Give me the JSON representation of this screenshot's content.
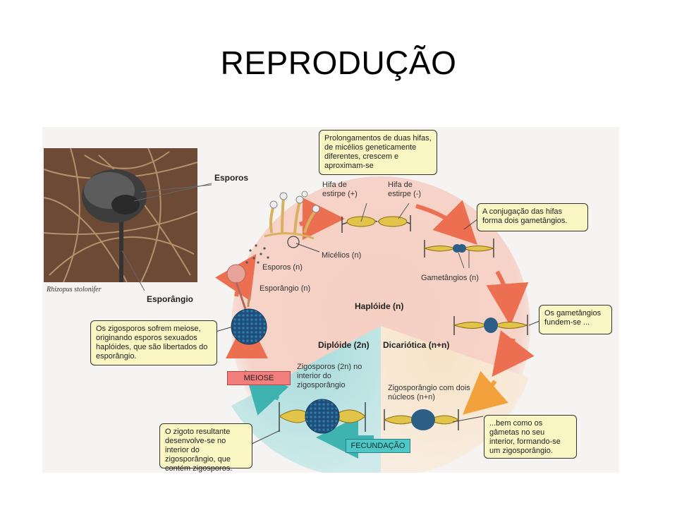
{
  "title": "REPRODUÇÃO",
  "photo": {
    "caption": "Rhizopus stolonifer",
    "label_spores": "Esporos",
    "label_sporangium": "Esporângio"
  },
  "phases": {
    "haploid": "Haplóide (n)",
    "diploid": "Diplóide (2n)",
    "dikaryotic": "Dicariótica (n+n)"
  },
  "callouts": {
    "hyphae_extend": "Prolongamentos de duas hifas, de micélios geneticamente diferentes, crescem e aproximam-se",
    "conjugation": "A conjugação das hifas forma dois gametângios.",
    "gametangia_fuse": "Os gametângios fundem-se ...",
    "gametes_fuse": "...bem como os gâmetas no seu interior, formando-se um zigosporângio.",
    "zygote": "O zigoto resultante desenvolve-se no interior do zigosporângio, que contém zigosporos.",
    "meiosis": "Os zigosporos sofrem meiose, originando esporos sexuados haplóides, que são libertados do esporângio."
  },
  "labels": {
    "hypha_plus": "Hifa de estirpe (+)",
    "hypha_minus": "Hifa de estirpe (-)",
    "gametangia": "Gametângios (n)",
    "mycelia": "Micélios (n)",
    "spores": "Esporos (n)",
    "sporangium": "Esporângio (n)",
    "zygosporangium_nuclei": "Zigosporângio com dois núcleos (n+n)",
    "zygospores": "Zigosporos (2n) no interior do zigosporângio"
  },
  "tags": {
    "meiose": "MEIOSE",
    "fecundacao": "FECUNDAÇÃO"
  },
  "colors": {
    "haploid_bg": "#f6cfc3",
    "diploid_bg": "#a9dcdc",
    "dikaryotic_bg": "#f7e4c8",
    "arrow_red": "#ec6f52",
    "arrow_orange": "#f2a13d",
    "arrow_teal": "#3fb3b0",
    "callout_bg": "#f9f6c4",
    "meiose_tag": "#f27d7d",
    "fecundacao_tag": "#4fc7c7"
  }
}
